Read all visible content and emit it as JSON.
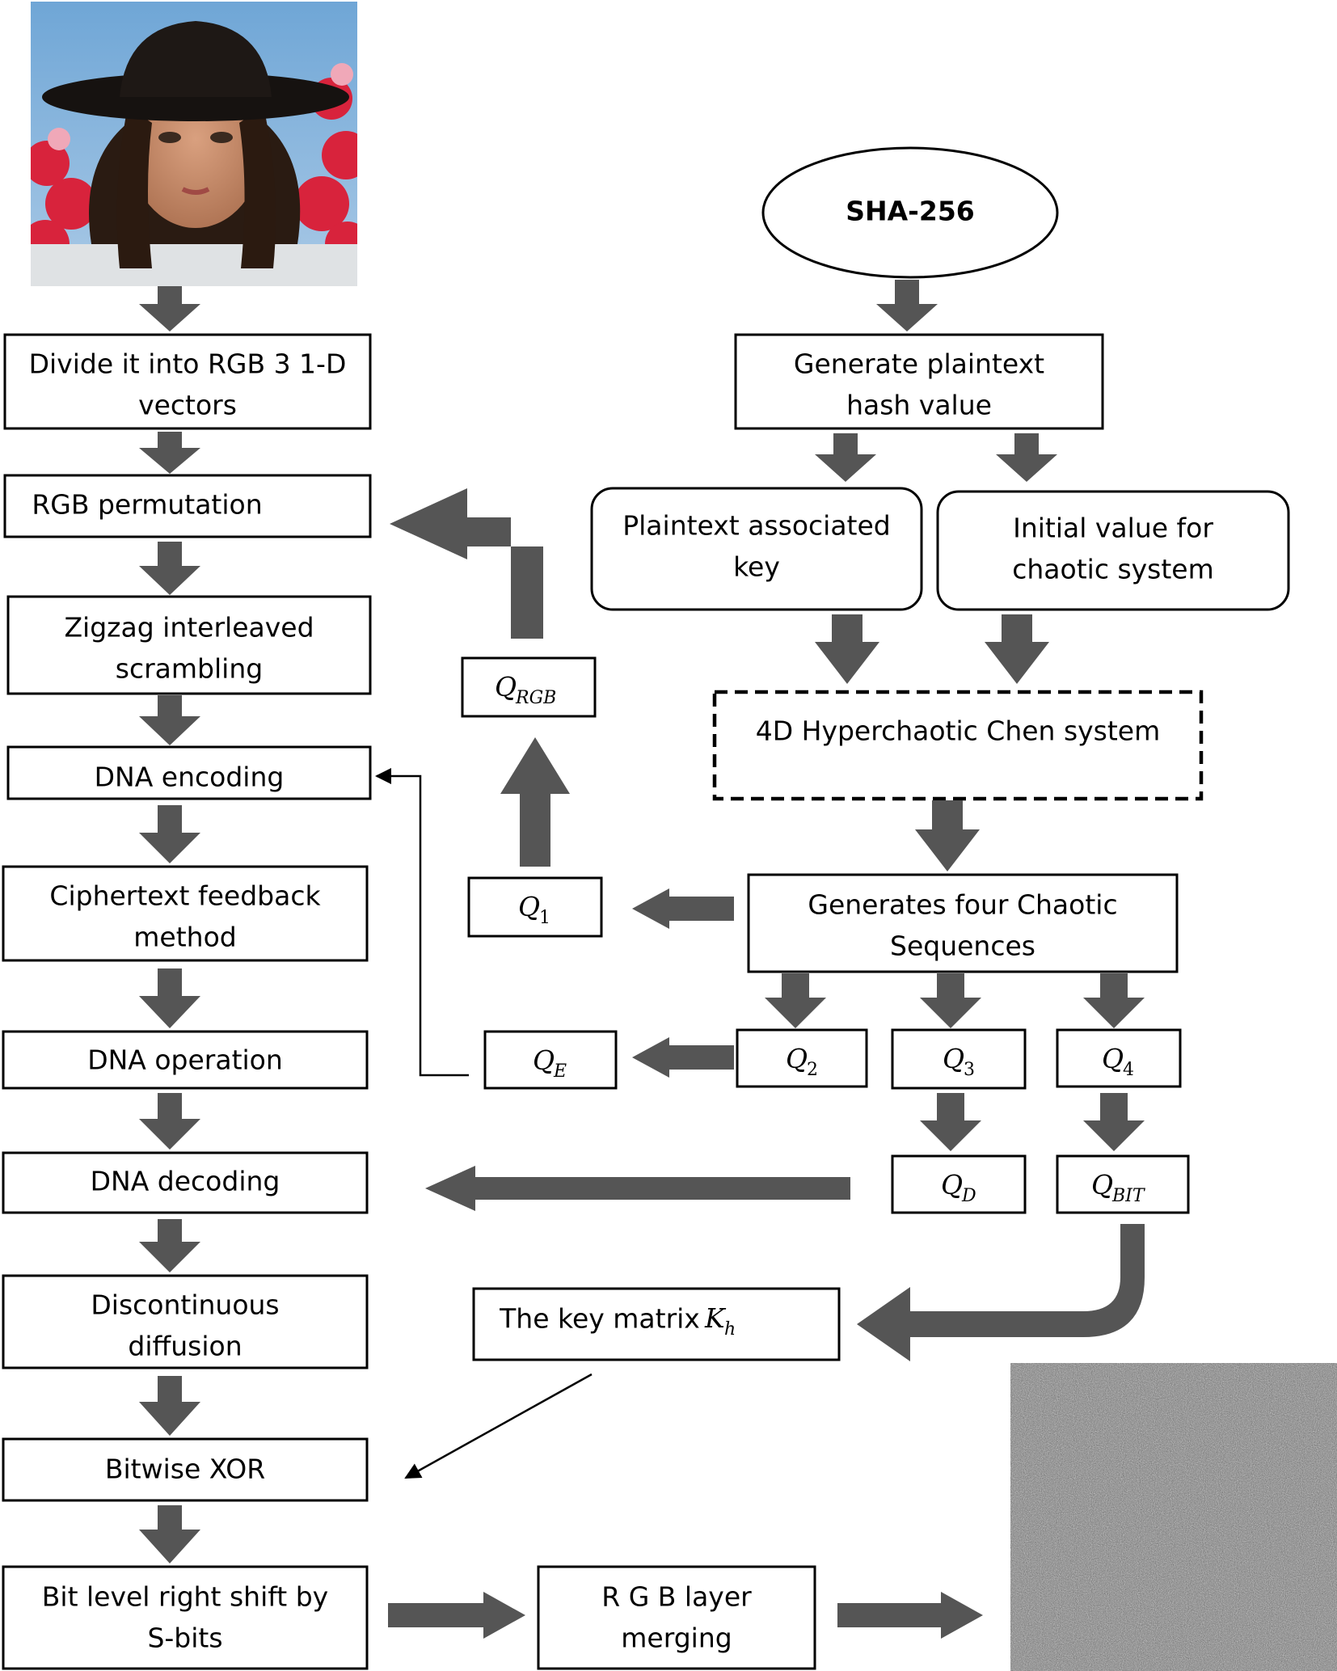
{
  "title": "",
  "images": {
    "input_image": "input-photo-girl-hat",
    "output_image": "encrypted-noise-image"
  },
  "colors": {
    "arrow_fill": "#555555",
    "box_stroke": "#000000",
    "background": "#ffffff"
  },
  "nodes": {
    "sha": "SHA-256",
    "divide": [
      "Divide it into RGB 3 1-D",
      "vectors"
    ],
    "rgb_perm": "RGB permutation",
    "zigzag": [
      "Zigzag interleaved",
      "scrambling"
    ],
    "dna_enc": "DNA encoding",
    "cipher_fb": [
      "Ciphertext feedback",
      "method"
    ],
    "dna_op": "DNA operation",
    "dna_dec": "DNA decoding",
    "disc_diff": [
      "Discontinuous",
      "diffusion"
    ],
    "xor": "Bitwise XOR",
    "shift": [
      "Bit level right shift by",
      "S-bits"
    ],
    "merge": [
      "R G B layer",
      "merging"
    ],
    "gen_hash": [
      "Generate plaintext",
      "hash value"
    ],
    "pt_key": [
      "Plaintext associated",
      "key"
    ],
    "init_val": [
      "Initial value for",
      "chaotic system"
    ],
    "chen": "4D Hyperchaotic Chen system",
    "gen_seq": [
      "Generates four Chaotic",
      "Sequences"
    ],
    "key_matrix": "The key matrix",
    "key_matrix_sym": "K",
    "key_matrix_sub": "h"
  },
  "sequences": {
    "q_rgb": {
      "sym": "Q",
      "sub": "RGB"
    },
    "q1": {
      "sym": "Q",
      "sub": "1"
    },
    "q2": {
      "sym": "Q",
      "sub": "2"
    },
    "q3": {
      "sym": "Q",
      "sub": "3"
    },
    "q4": {
      "sym": "Q",
      "sub": "4"
    },
    "q_e": {
      "sym": "Q",
      "sub": "E"
    },
    "q_d": {
      "sym": "Q",
      "sub": "D"
    },
    "q_bit": {
      "sym": "Q",
      "sub": "BIT"
    }
  }
}
